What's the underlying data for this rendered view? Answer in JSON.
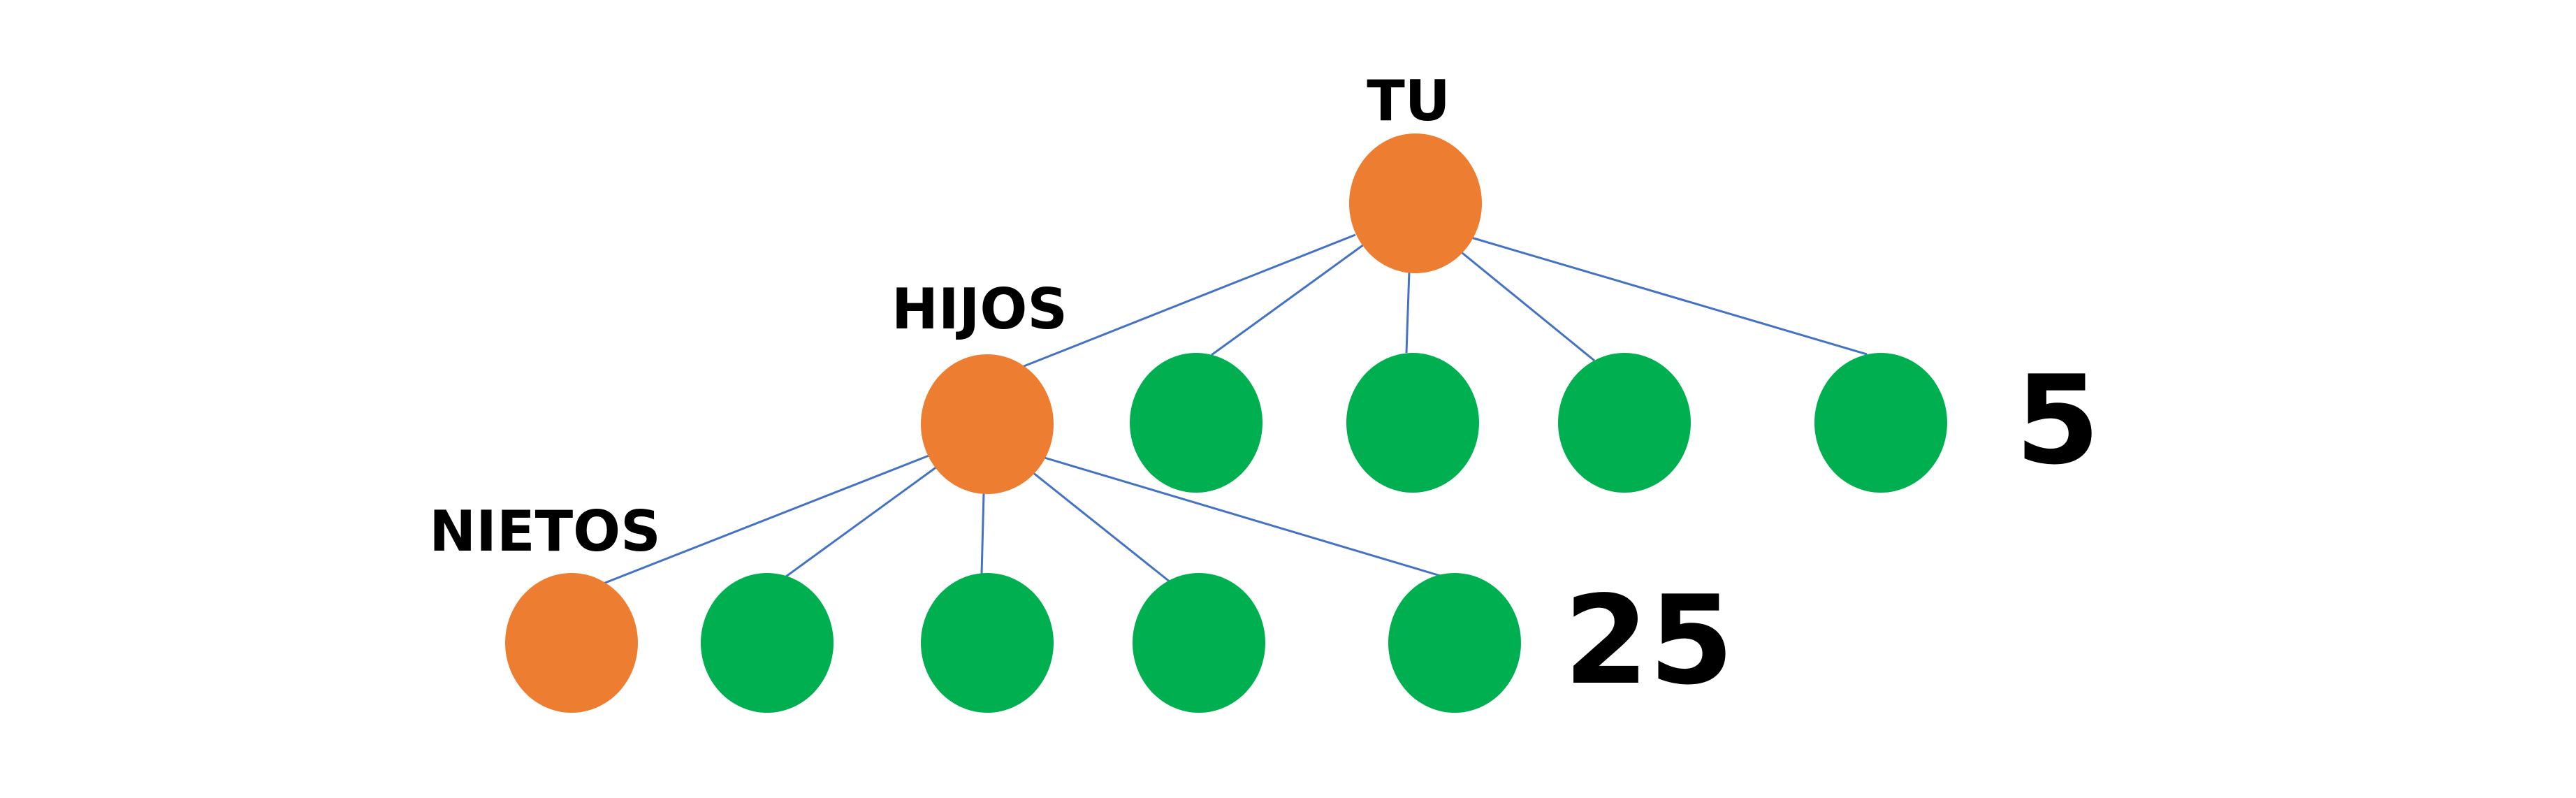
{
  "labels": {
    "root": "TU",
    "level1": "HIJOS",
    "level2": "NIETOS"
  },
  "counts": {
    "level1": "5",
    "level2": "25"
  },
  "colors": {
    "highlight": "#ed7d31",
    "node": "#00b050",
    "edge": "#4472c4",
    "text": "#000000"
  }
}
